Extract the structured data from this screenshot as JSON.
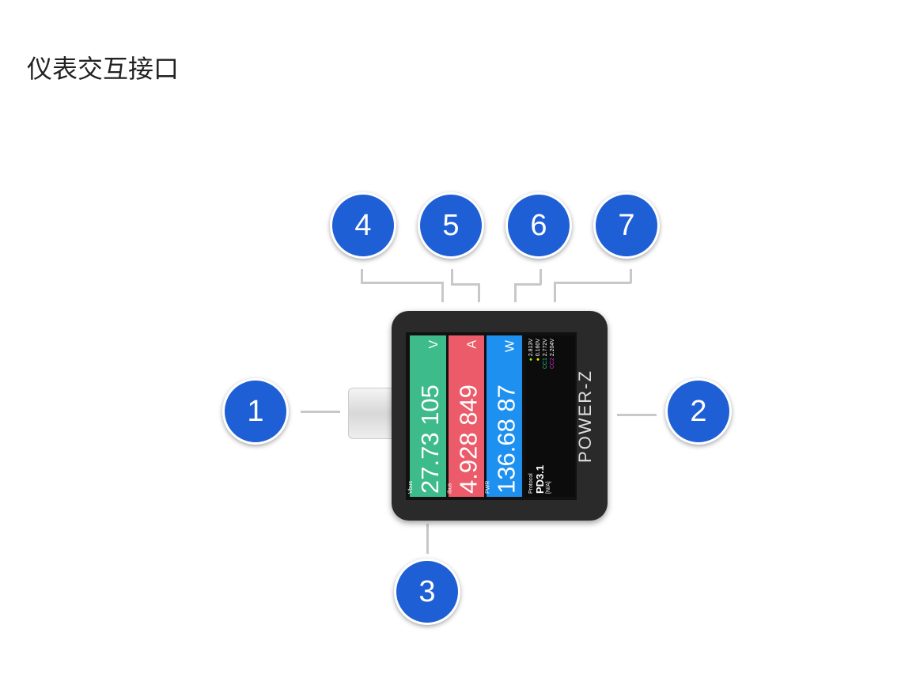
{
  "title": "仪表交互接口",
  "callouts": [
    "1",
    "2",
    "3",
    "4",
    "5",
    "6",
    "7"
  ],
  "device": {
    "brand": "POWER-Z",
    "voltage": {
      "label": "Vbus",
      "value": "27.73 105",
      "unit": "V",
      "color": "#3dbb8a"
    },
    "current": {
      "label": "Ibus",
      "value": "4.928 849",
      "unit": "A",
      "color": "#ec5b6a"
    },
    "power": {
      "label": "PWR",
      "value": "136.68 87",
      "unit": "W",
      "color": "#1e90f0"
    },
    "info": {
      "protocol_label": "Protocol",
      "protocol": "PD3.1",
      "sub": "[N/A]",
      "dp": "2.813V",
      "dm": "0.160V",
      "cc1_label": "CC1",
      "cc1": "2.772V",
      "cc2_label": "CC2",
      "cc2": "2.204V"
    }
  },
  "accent": "#1f5fd6"
}
